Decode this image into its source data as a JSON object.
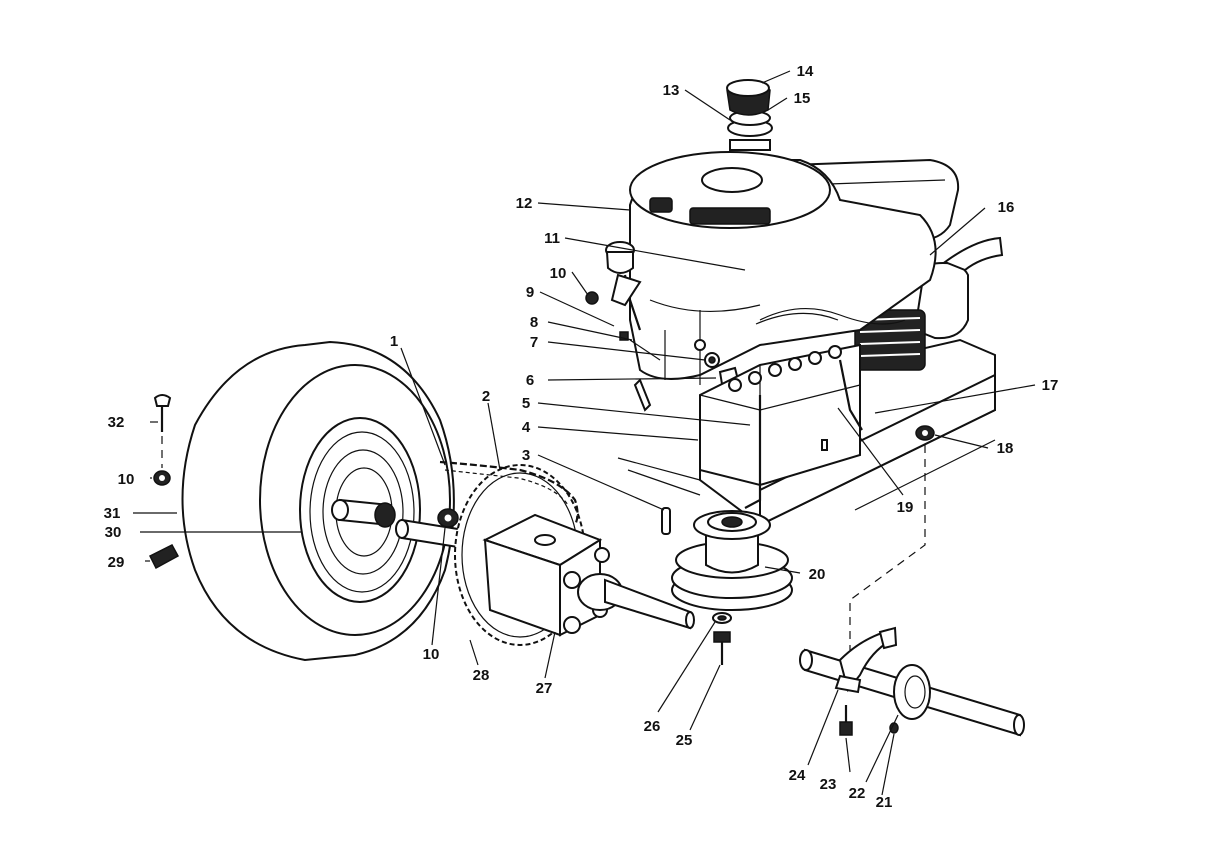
{
  "callouts": [
    {
      "id": "1",
      "label": "1"
    },
    {
      "id": "2",
      "label": "2"
    },
    {
      "id": "3",
      "label": "3"
    },
    {
      "id": "4",
      "label": "4"
    },
    {
      "id": "5",
      "label": "5"
    },
    {
      "id": "6",
      "label": "6"
    },
    {
      "id": "7",
      "label": "7"
    },
    {
      "id": "8",
      "label": "8"
    },
    {
      "id": "9",
      "label": "9"
    },
    {
      "id": "10a",
      "label": "10"
    },
    {
      "id": "11",
      "label": "11"
    },
    {
      "id": "12",
      "label": "12"
    },
    {
      "id": "13",
      "label": "13"
    },
    {
      "id": "14",
      "label": "14"
    },
    {
      "id": "15",
      "label": "15"
    },
    {
      "id": "16",
      "label": "16"
    },
    {
      "id": "17",
      "label": "17"
    },
    {
      "id": "18",
      "label": "18"
    },
    {
      "id": "19",
      "label": "19"
    },
    {
      "id": "20",
      "label": "20"
    },
    {
      "id": "21",
      "label": "21"
    },
    {
      "id": "22",
      "label": "22"
    },
    {
      "id": "23",
      "label": "23"
    },
    {
      "id": "24",
      "label": "24"
    },
    {
      "id": "25",
      "label": "25"
    },
    {
      "id": "26",
      "label": "26"
    },
    {
      "id": "27",
      "label": "27"
    },
    {
      "id": "28",
      "label": "28"
    },
    {
      "id": "29",
      "label": "29"
    },
    {
      "id": "30",
      "label": "30"
    },
    {
      "id": "31",
      "label": "31"
    },
    {
      "id": "32",
      "label": "32"
    },
    {
      "id": "10b",
      "label": "10"
    },
    {
      "id": "10c",
      "label": "10"
    }
  ]
}
